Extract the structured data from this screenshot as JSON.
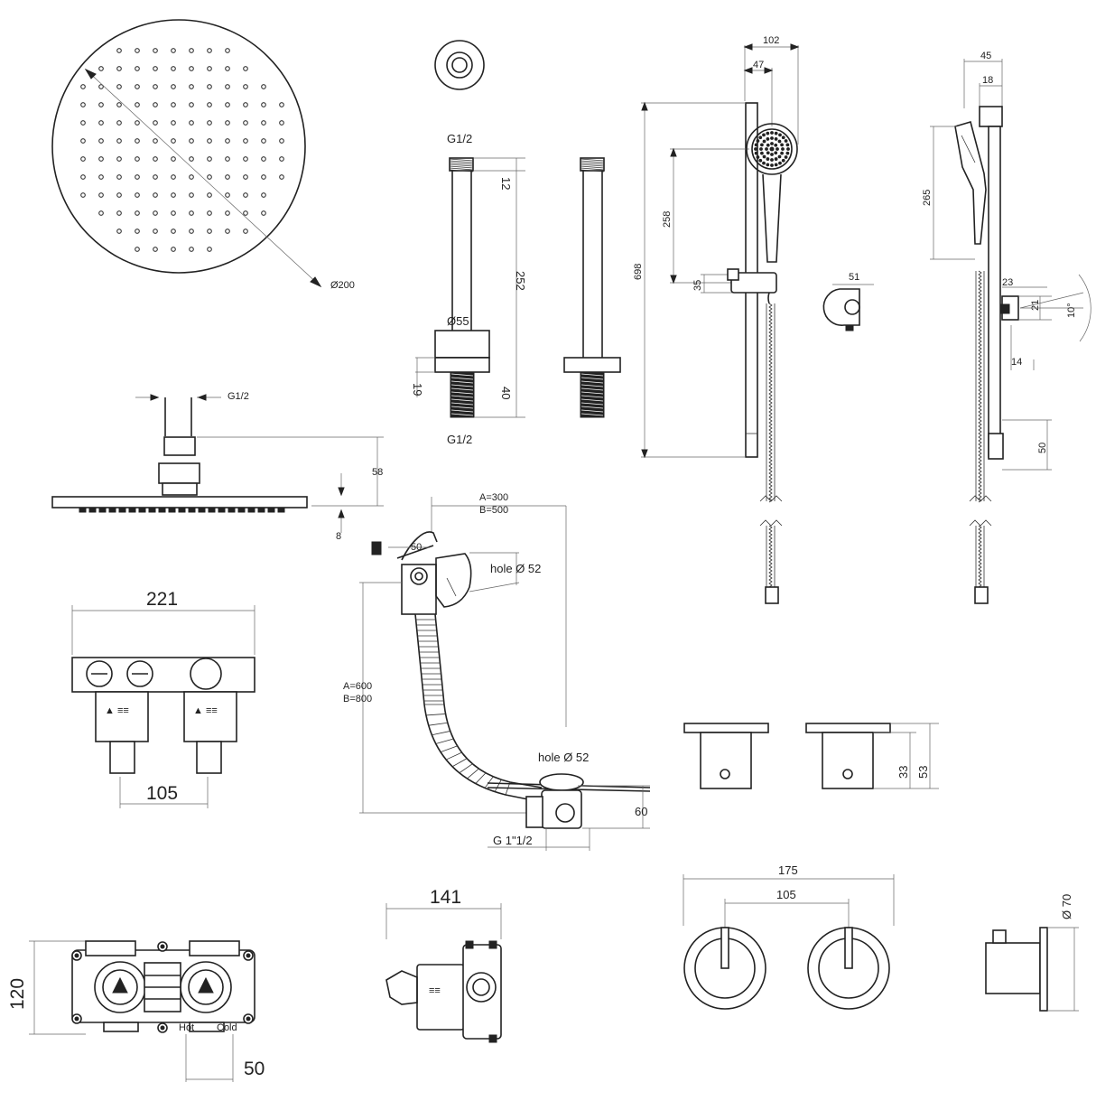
{
  "colors": {
    "line": "#222222",
    "dimension": "#666666",
    "background": "#ffffff"
  },
  "overhead_shower": {
    "diameter": "Ø200"
  },
  "ceiling_arm": {
    "top_thread": "G1/2",
    "top_thread_length": "12",
    "arm_length": "252",
    "flange_diameter": "Ø55",
    "flange_depth": "19",
    "bottom_thread_length": "40",
    "bottom_thread": "G1/2"
  },
  "head_side_view": {
    "inlet": "G1/2",
    "height": "58",
    "plate_thickness": "8"
  },
  "slide_rail": {
    "width": "102",
    "rail_offset": "47",
    "rail_length": "698",
    "handset_height": "258",
    "bracket_height": "35"
  },
  "rail_side_view": {
    "depth": "45",
    "bracket_depth": "18",
    "handset_length": "265",
    "bottom_bracket": "50"
  },
  "wall_outlet": {
    "width": "51",
    "depth": "23",
    "height": "21",
    "projection": "14",
    "angle": "10°"
  },
  "bath_filler": {
    "horizontal_length": "A=300\nB=500",
    "horizontal_a": "A=300",
    "horizontal_b": "B=500",
    "overflow_offset": "50",
    "overflow_hole": "hole Ø 52",
    "vertical_a": "A=600",
    "vertical_b": "B=800",
    "waste_hole": "hole Ø 52",
    "waste_depth": "60",
    "outlet_thread": "G 1\"1/2"
  },
  "twin_valve_top": {
    "width": "221",
    "centres": "105"
  },
  "control_side": {
    "body_depth": "33",
    "total_depth": "53"
  },
  "concealed_valve_front": {
    "height": "120",
    "outlet_spacing": "50",
    "hot_label": "Hot",
    "cold_label": "Cold"
  },
  "concealed_valve_side": {
    "depth": "141"
  },
  "control_plates": {
    "total_width": "175",
    "centres": "105"
  },
  "control_plate_side": {
    "diameter": "Ø 70"
  }
}
